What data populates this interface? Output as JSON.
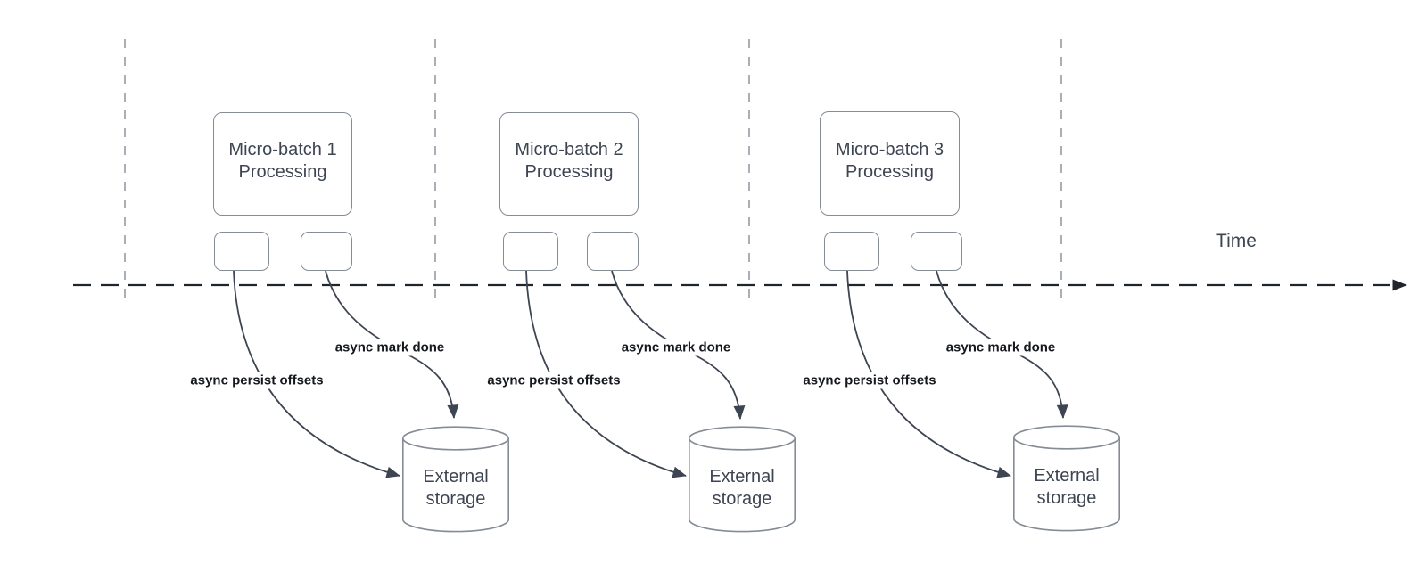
{
  "diagram": {
    "time_label": "Time",
    "groups": [
      {
        "batch_line1": "Micro-batch 1",
        "batch_line2": "Processing",
        "persist_label": "async persist offsets",
        "done_label": "async mark done",
        "storage_line1": "External",
        "storage_line2": "storage"
      },
      {
        "batch_line1": "Micro-batch 2",
        "batch_line2": "Processing",
        "persist_label": "async persist offsets",
        "done_label": "async mark done",
        "storage_line1": "External",
        "storage_line2": "storage"
      },
      {
        "batch_line1": "Micro-batch 3",
        "batch_line2": "Processing",
        "persist_label": "async persist offsets",
        "done_label": "async mark done",
        "storage_line1": "External",
        "storage_line2": "storage"
      }
    ],
    "colors": {
      "shape_border": "#858c96",
      "shape_text": "#3e4552",
      "connector": "#3e4552",
      "connector_label_text": "#15181d",
      "timeline": "#20242b",
      "divider": "#aaaeb5"
    }
  }
}
